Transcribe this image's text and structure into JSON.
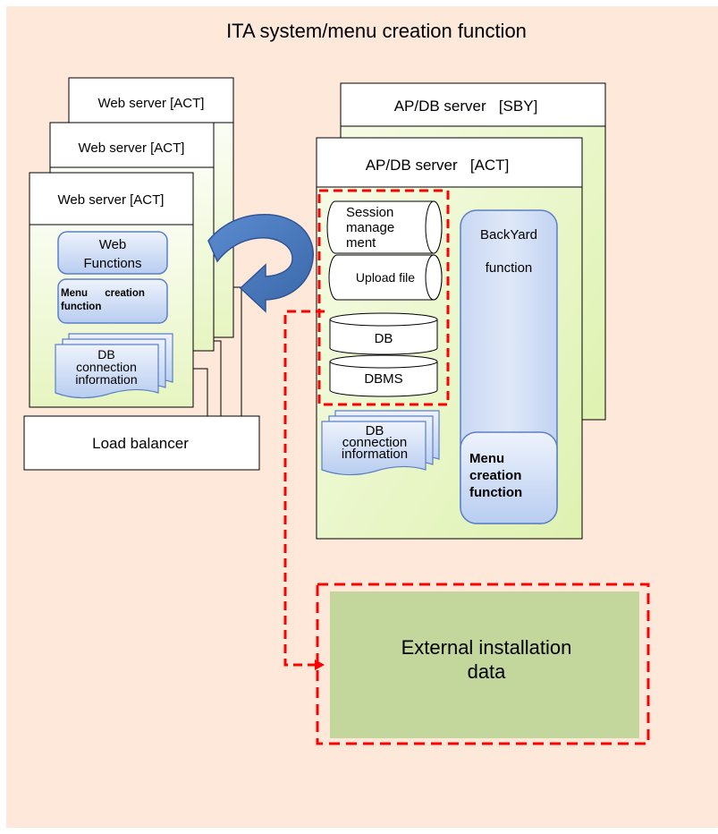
{
  "title": "ITA system/menu creation function",
  "web_servers": [
    {
      "label": "Web server [ACT]"
    },
    {
      "label": "Web server [ACT]"
    },
    {
      "label": "Web server [ACT]"
    }
  ],
  "web_front": {
    "web_functions": [
      "Web",
      "Functions"
    ],
    "menu_creation": [
      "Menu      creation",
      "function"
    ],
    "db_connection": [
      "DB",
      "connection",
      "information"
    ]
  },
  "load_balancer": "Load balancer",
  "apdb_sby": "AP/DB server   [SBY]",
  "apdb_act": "AP/DB server   [ACT]",
  "apdb_items": {
    "session": [
      "Session",
      "manage",
      "ment"
    ],
    "upload": "Upload file",
    "db": "DB",
    "dbms": "DBMS",
    "db_connection": [
      "DB",
      "connection",
      "information"
    ],
    "backyard": [
      "BackYard",
      "function"
    ],
    "menu_creation": [
      "Menu",
      "creation",
      "function"
    ]
  },
  "external_data": [
    "External installation",
    "data"
  ],
  "colors": {
    "background": "#fde8da",
    "server_fill_top": "#ffffff",
    "server_fill_bottom": "#e8f5c4",
    "component_blue": "#c9d9f5",
    "component_border": "#5b7fc8",
    "dashed_red": "#ff0000",
    "external_fill": "#c3d69b",
    "arrow": "#4a76b5"
  }
}
